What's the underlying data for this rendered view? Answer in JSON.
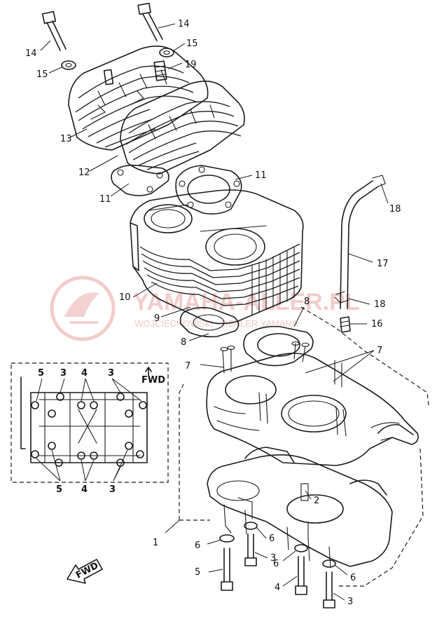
{
  "labels": {
    "c1": "1",
    "c2": "2",
    "c3a": "3",
    "c3b": "3",
    "c4": "4",
    "c5": "5",
    "c6a": "6",
    "c6b": "6",
    "c6c": "6",
    "c7a": "7",
    "c7b": "7",
    "c8a": "8",
    "c8b": "8",
    "c9": "9",
    "c10": "10",
    "c11a": "11",
    "c11b": "11",
    "c12": "12",
    "c13": "13",
    "c14a": "14",
    "c14b": "14",
    "c15a": "15",
    "c15b": "15",
    "c16": "16",
    "c17": "17",
    "c18a": "18",
    "c18b": "18",
    "c19": "19"
  },
  "inset": {
    "fwd": "FWD",
    "top": [
      "5",
      "3",
      "4",
      "3"
    ],
    "bottom": [
      "5",
      "4",
      "3"
    ]
  },
  "fwd_arrow": "FWD",
  "watermark": {
    "brand": "YAMAHA-ALLER.PL",
    "sub": "WOJCIECHOWSKI - DEALER YAMAHA"
  },
  "colors": {
    "line": "#1a1a1a",
    "watermark": "#e9a3a3"
  }
}
